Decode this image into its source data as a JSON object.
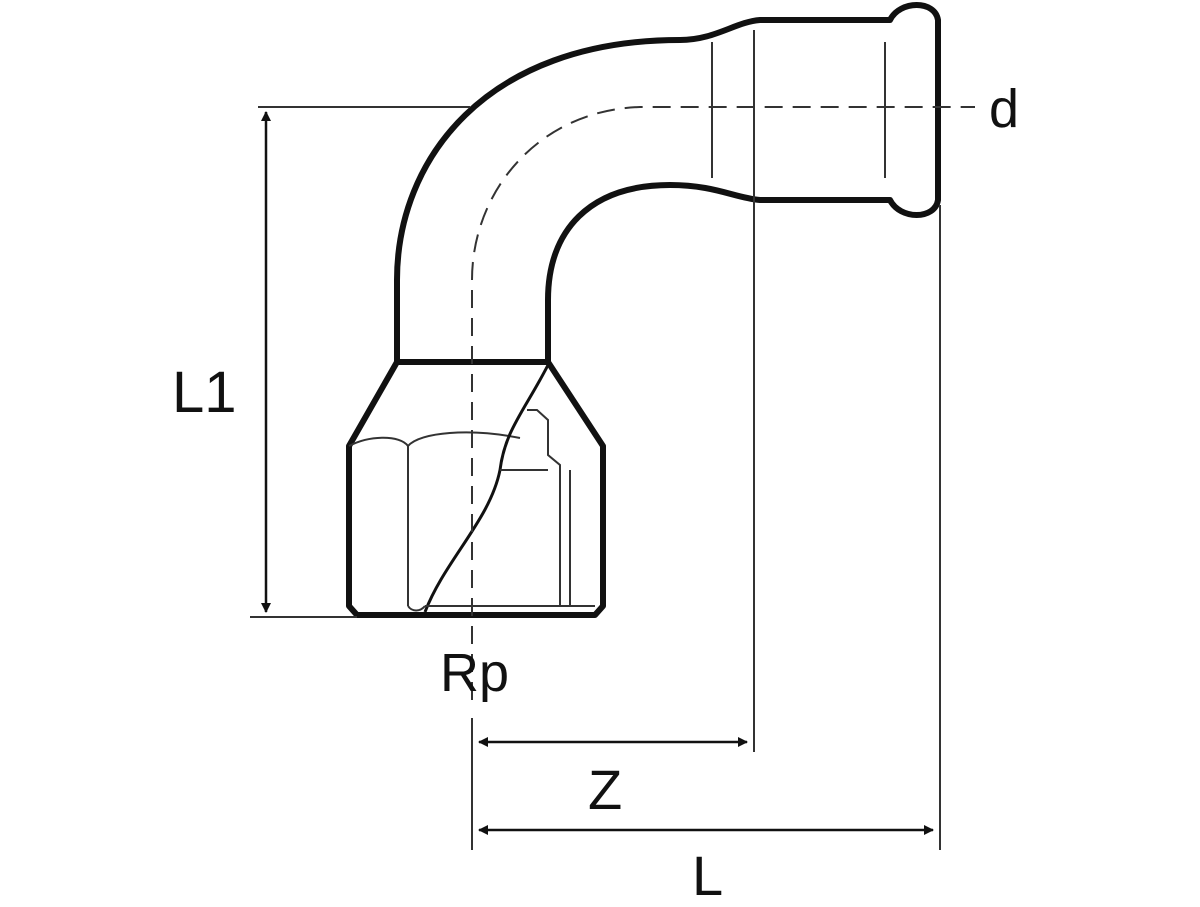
{
  "labels": {
    "d": "d",
    "L1": "L1",
    "Rp": "Rp",
    "Z": "Z",
    "L": "L"
  },
  "colors": {
    "outline": "#111111",
    "thin_line": "#333333",
    "background": "#ffffff"
  }
}
